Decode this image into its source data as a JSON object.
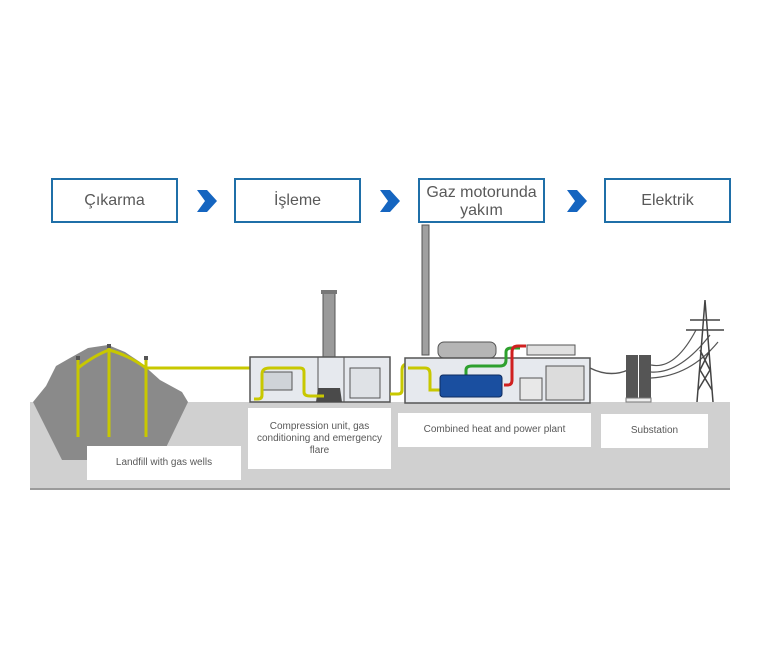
{
  "process_steps": [
    {
      "label": "Çıkarma"
    },
    {
      "label": "İşleme"
    },
    {
      "label": "Gaz motorunda yakım"
    },
    {
      "label": "Elektrik"
    }
  ],
  "arrow_icon": "chevron-right-icon",
  "scene_labels": {
    "landfill": "Landfill with gas wells",
    "compression": "Compression unit, gas conditioning and emergency flare",
    "chp": "Combined heat and power plant",
    "substation": "Substation"
  },
  "colors": {
    "step_border": "#1f6fa8",
    "chevron": "#1565c0",
    "gas_pipe": "#c8c800",
    "ground": "#d0d0d0",
    "landfill": "#8a8a8a",
    "engine": "#1a4fa0"
  }
}
